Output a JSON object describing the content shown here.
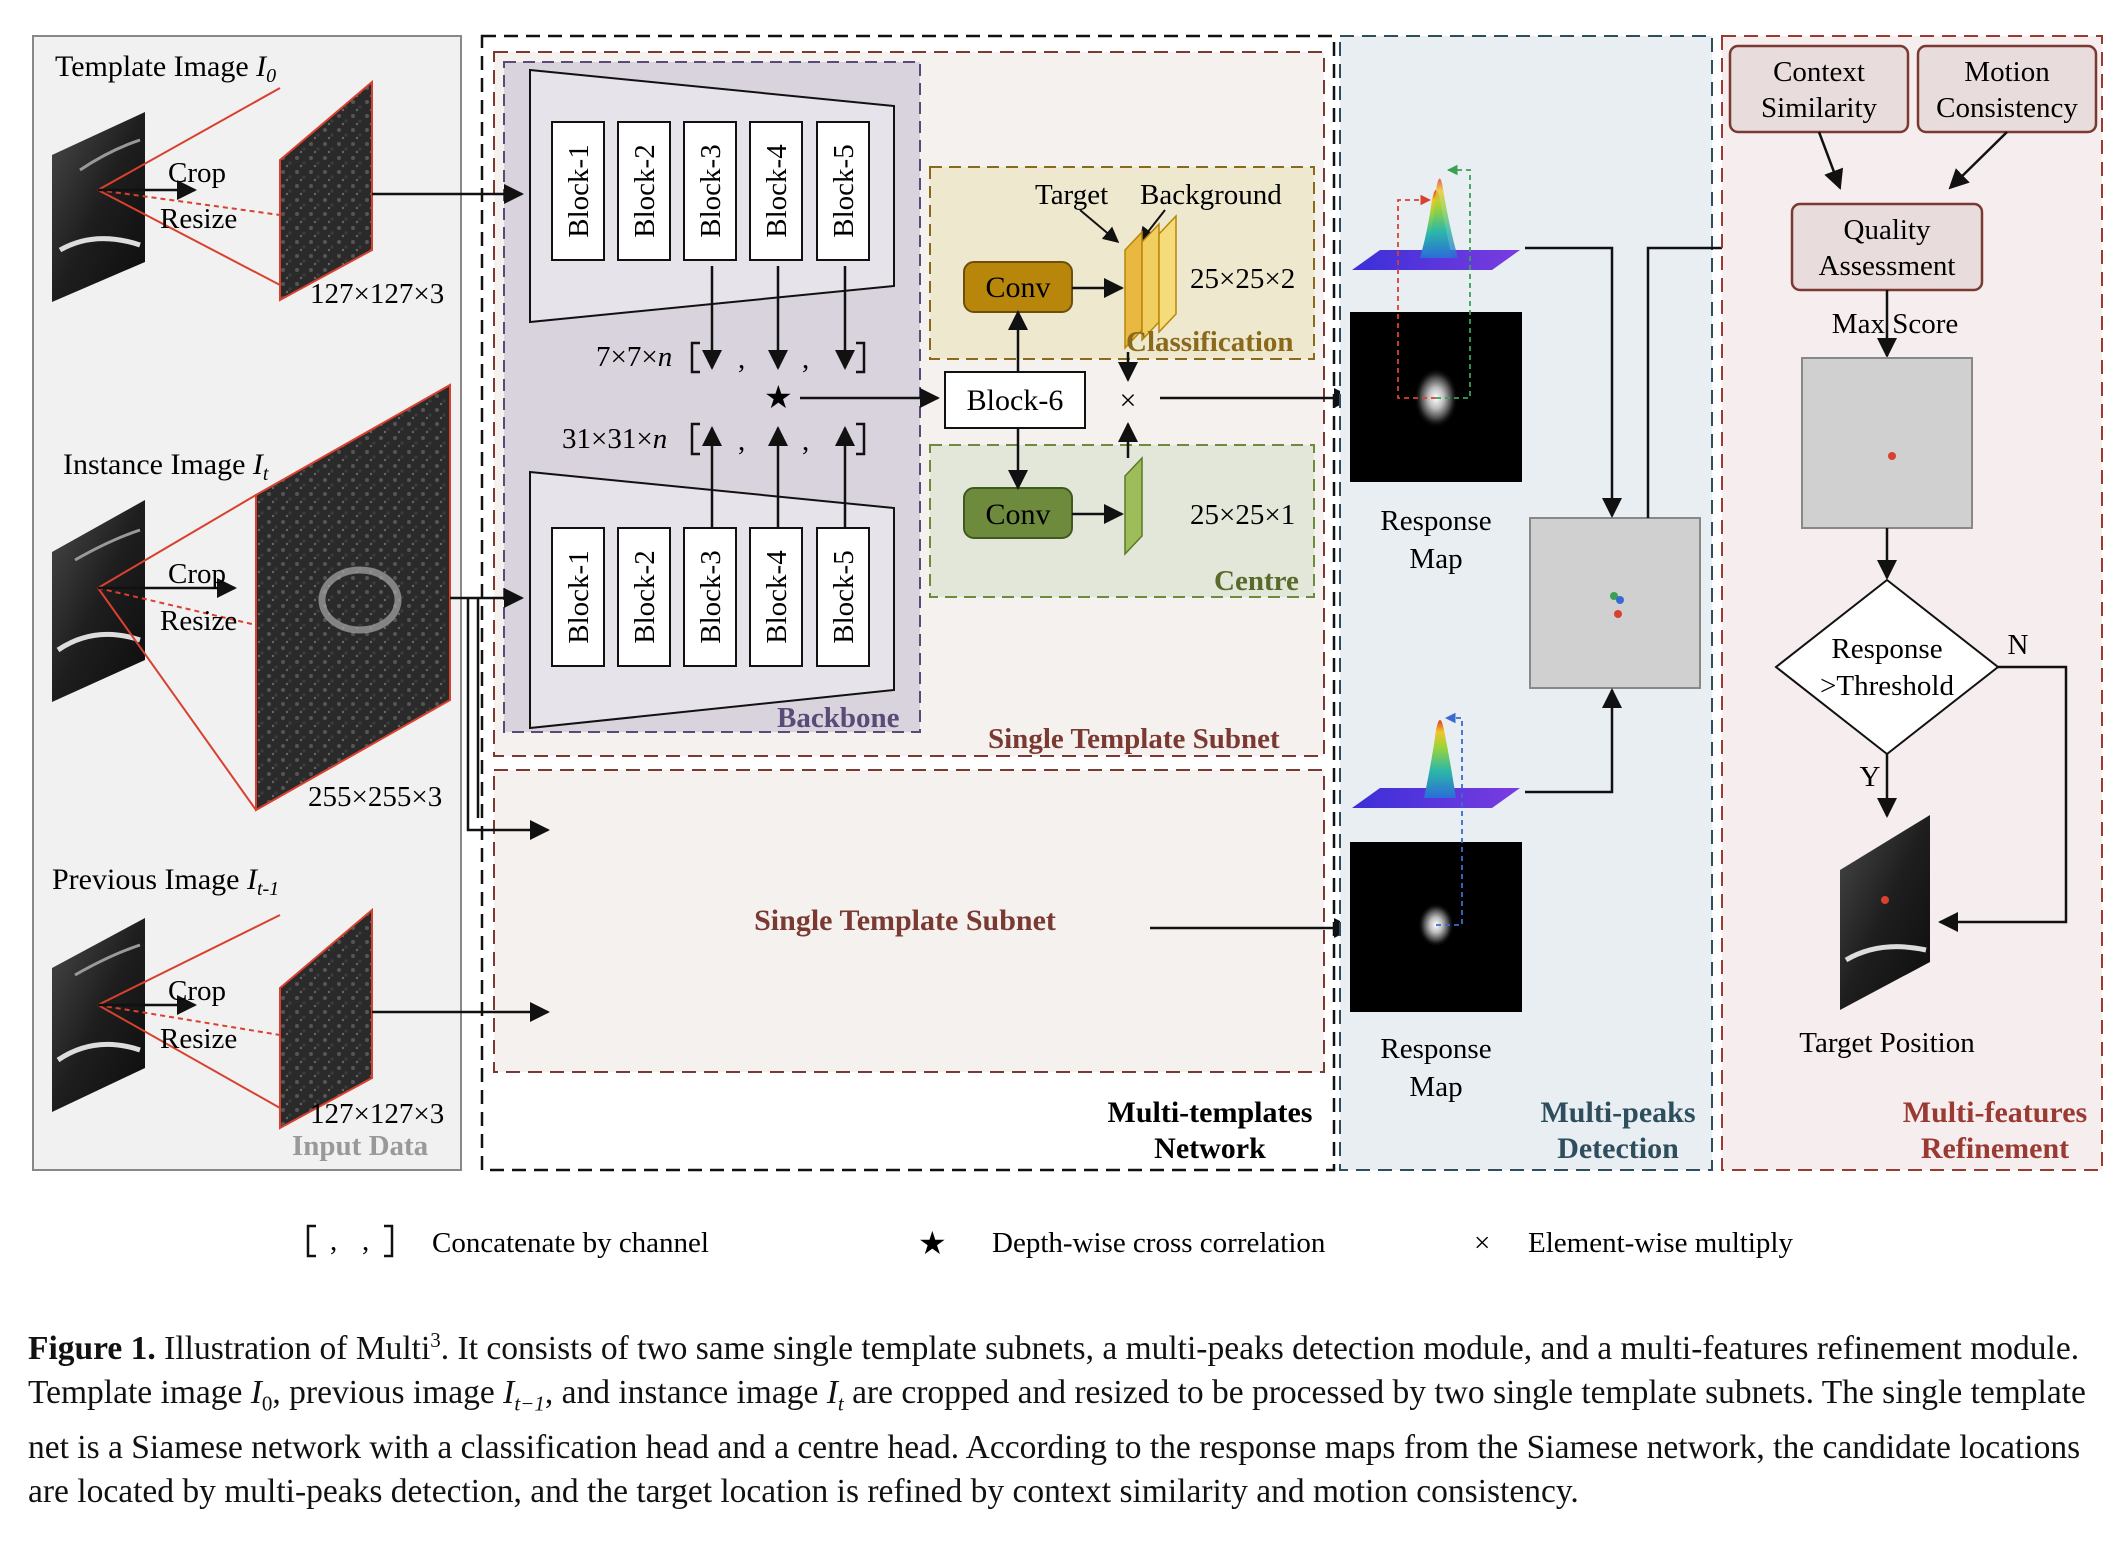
{
  "input_panel": {
    "template_label": "Template Image",
    "template_symbol": "I",
    "template_sub": "0",
    "instance_label": "Instance Image",
    "instance_symbol": "I",
    "instance_sub": "t",
    "previous_label": "Previous Image",
    "previous_symbol": "I",
    "previous_sub": "t-1",
    "crop": "Crop",
    "resize": "Resize",
    "size_template": "127×127×3",
    "size_instance": "255×255×3",
    "size_previous": "127×127×3",
    "title": "Input Data"
  },
  "backbone": {
    "title": "Backbone",
    "blocks": [
      "Block-1",
      "Block-2",
      "Block-3",
      "Block-4",
      "Block-5"
    ],
    "concat_top": "7×7×",
    "concat_bottom": "31×31×",
    "concat_var": "n"
  },
  "heads": {
    "block6": "Block-6",
    "conv": "Conv",
    "target": "Target",
    "background": "Background",
    "cls_size": "25×25×2",
    "cls_title": "Classification",
    "centre_size": "25×25×1",
    "centre_title": "Centre"
  },
  "subnets": {
    "single_title": "Single Template Subnet",
    "multi_title_1": "Multi-templates",
    "multi_title_2": "Network"
  },
  "detection": {
    "response_1": "Response",
    "response_2": "Map",
    "title_1": "Multi-peaks",
    "title_2": "Detection"
  },
  "refinement": {
    "context": [
      "Context",
      "Similarity"
    ],
    "motion": [
      "Motion",
      "Consistency"
    ],
    "quality": [
      "Quality",
      "Assessment"
    ],
    "max_score": "Max Score",
    "decision": [
      "Response",
      ">Threshold"
    ],
    "no": "N",
    "yes": "Y",
    "target_position": "Target Position",
    "title_1": "Multi-features",
    "title_2": "Refinement"
  },
  "legend": {
    "concat_symbol": "[ ,  ,]",
    "concat_text": "Concatenate by channel",
    "xcorr_symbol": "★",
    "xcorr_text": "Depth-wise cross correlation",
    "mult_symbol": "×",
    "mult_text": "Element-wise multiply"
  },
  "caption": {
    "figure_label": "Figure 1.",
    "text_1": " Illustration of Multi",
    "sup": "3",
    "text_2": ". It consists of two same single template subnets, a multi-peaks detection module, and a multi-features refinement module. Template image ",
    "sym_1": "I",
    "sub_1": "0",
    "text_3": ", previous image ",
    "sym_2": "I",
    "sub_2": "t−1",
    "text_4": ", and instance image ",
    "sym_3": "I",
    "sub_3": "t",
    "text_5": " are cropped and resized to be processed by two single template subnets. The single template net is a Siamese network with a classification head and a centre head. According to the response maps from the Siamese network, the candidate locations are located by multi-peaks detection, and the target location is refined by context similarity and motion consistency."
  },
  "colors": {
    "crop_red": "#d8412f",
    "backbone_fill": "#d8d3dd",
    "backbone_border": "#5a4a78",
    "subnet_border": "#7a3a32",
    "cls_fill": "#eee8cf",
    "cls_title": "#8a6a1a",
    "conv_cls": "#b8860b",
    "centre_fill": "#e3e7da",
    "conv_centre": "#6e8a3c",
    "detect_fill": "#e8eef2",
    "detect_title": "#2e4e5e",
    "refine_fill": "#f6eeee",
    "refine_title": "#9a3a32",
    "refine_box": "#e9dcdc"
  }
}
